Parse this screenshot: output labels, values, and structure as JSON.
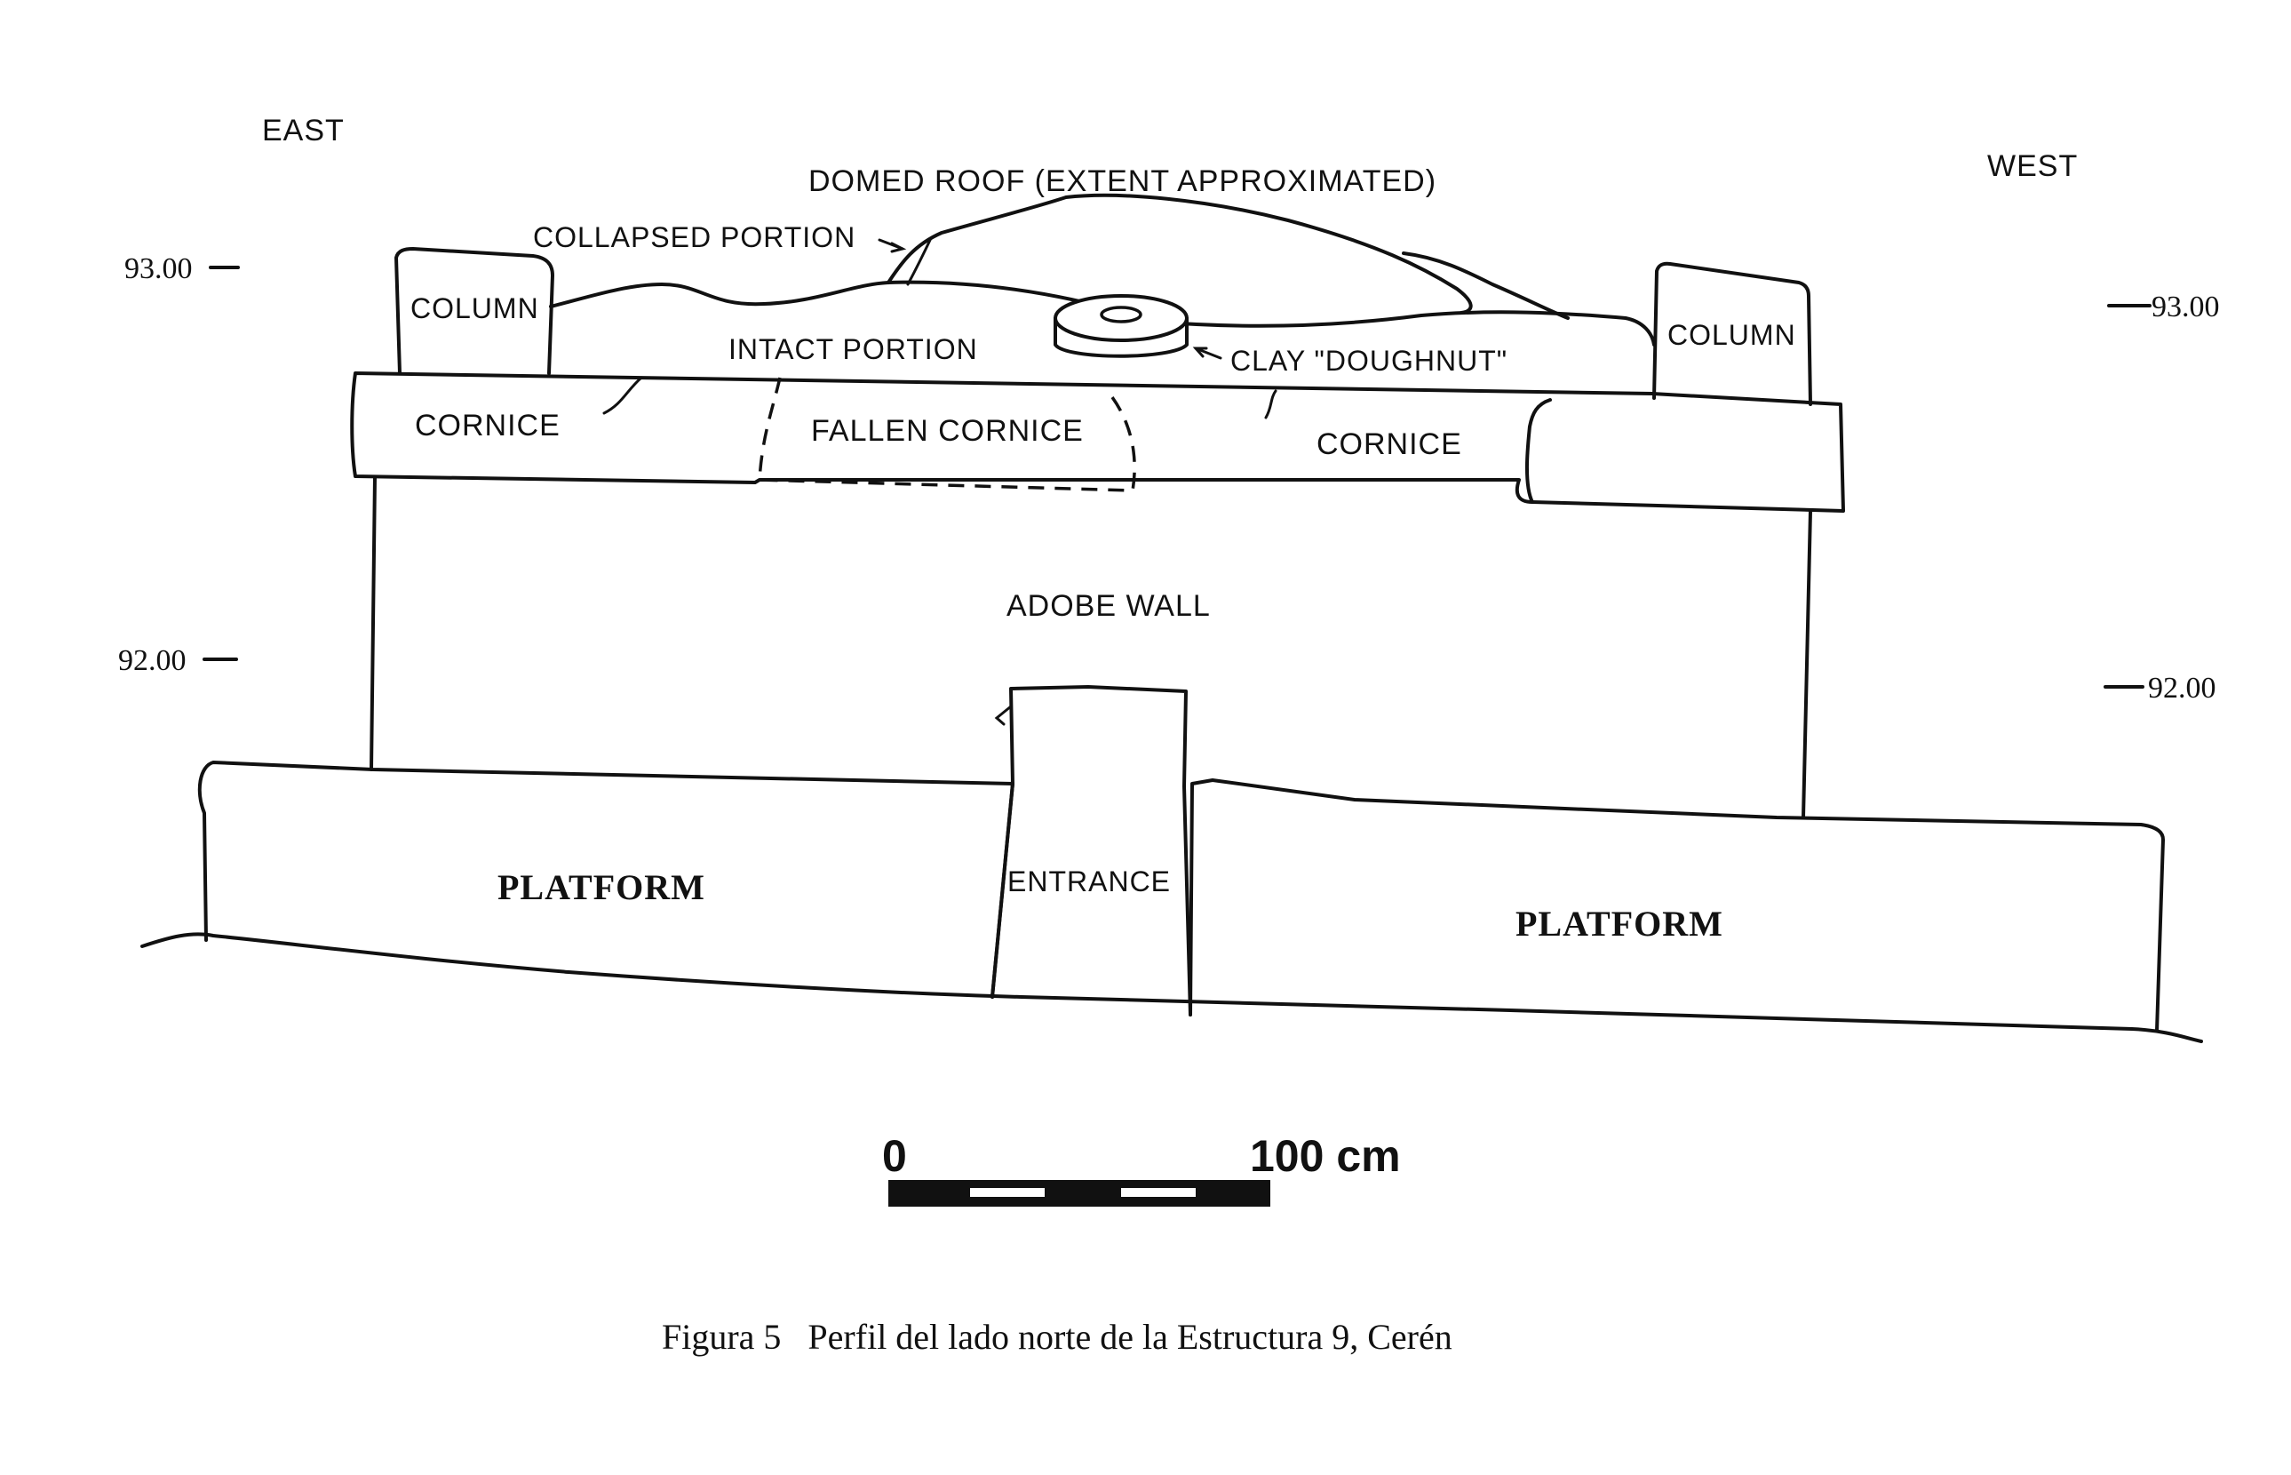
{
  "orientation": {
    "east": "EAST",
    "west": "WEST"
  },
  "elevations": {
    "left_upper": "93.00",
    "left_lower": "92.00",
    "right_upper": "93.00",
    "right_lower": "92.00"
  },
  "labels": {
    "domed_roof": "DOMED ROOF (EXTENT APPROXIMATED)",
    "collapsed_portion": "COLLAPSED PORTION",
    "intact_portion": "INTACT PORTION",
    "clay_doughnut": "CLAY \"DOUGHNUT\"",
    "column_east": "COLUMN",
    "column_west": "COLUMN",
    "cornice_east": "CORNICE",
    "fallen_cornice": "FALLEN CORNICE",
    "cornice_west": "CORNICE",
    "adobe_wall": "ADOBE WALL",
    "entrance": "ENTRANCE",
    "platform_east": "PLATFORM",
    "platform_west": "PLATFORM"
  },
  "scale_bar": {
    "start": "0",
    "end": "100 cm"
  },
  "caption": "Figura 5   Perfil del lado norte de la Estructura 9, Cerén"
}
